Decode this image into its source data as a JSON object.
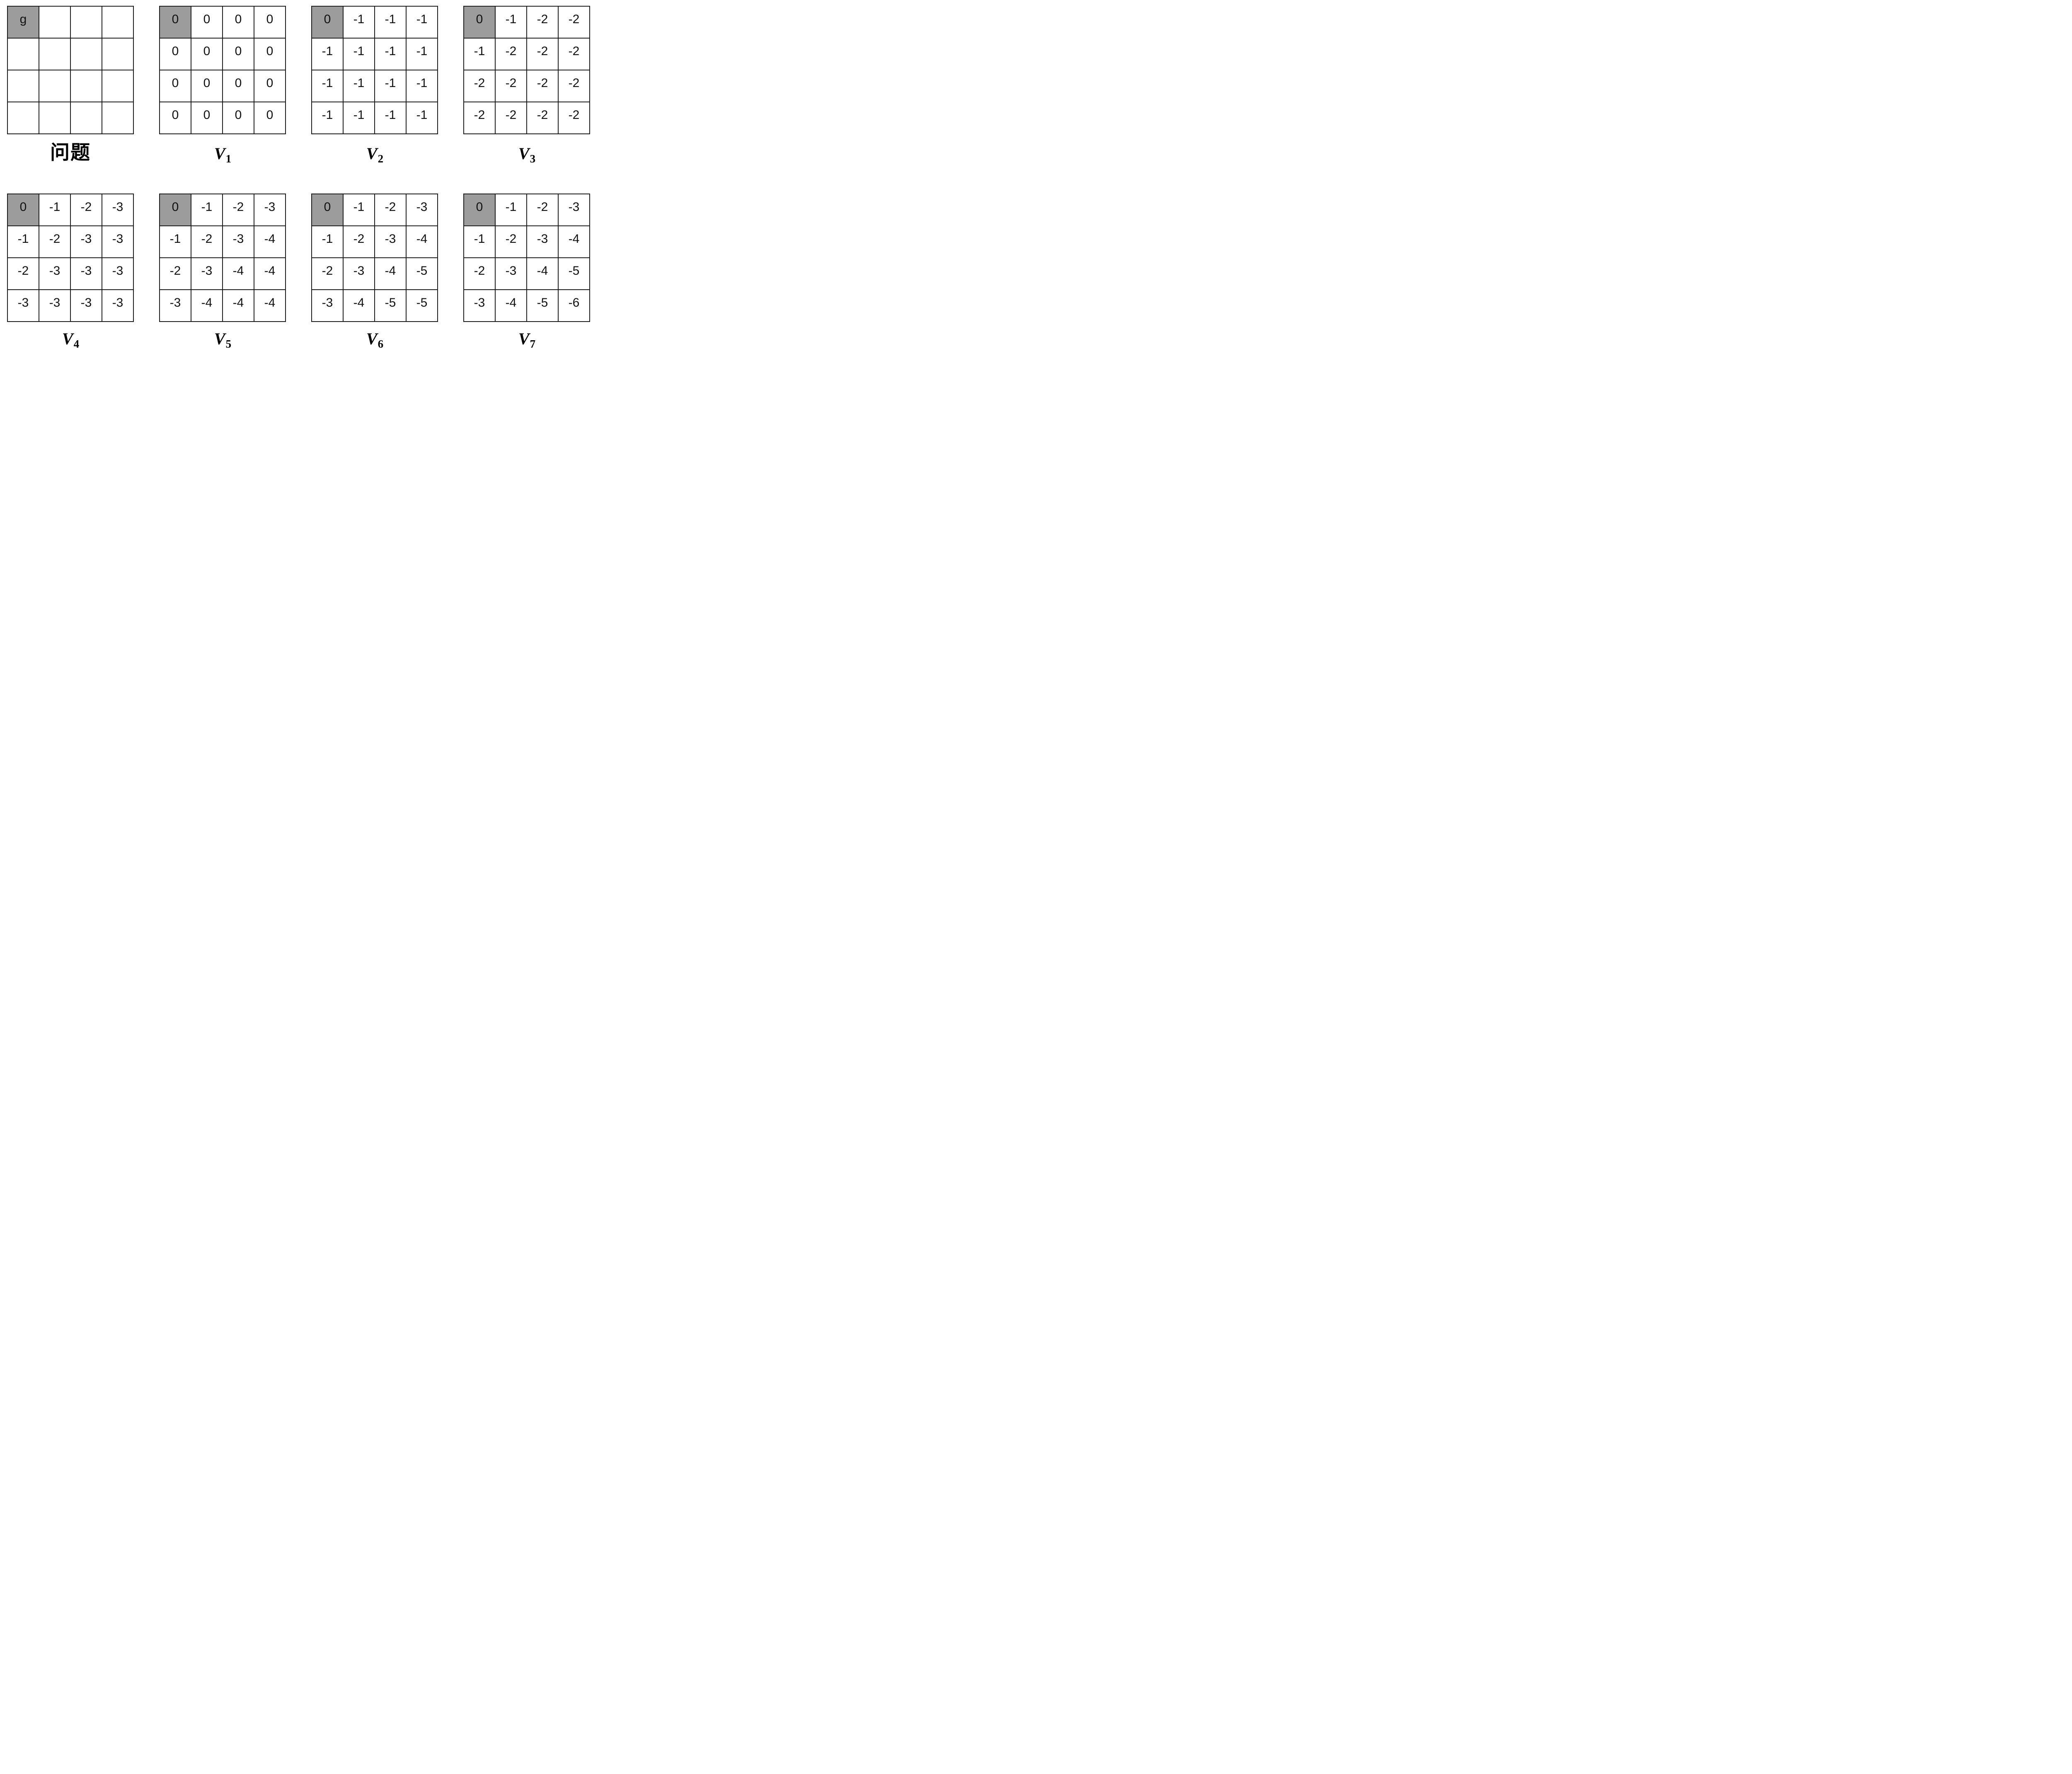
{
  "figure": {
    "description_label": "value-iteration-gridworld-figure",
    "colors": {
      "goal_cell_bg": "#9c9c9c",
      "cell_bg": "#ffffff",
      "border": "#1b1b1b",
      "text": "#111111"
    },
    "goal_cell": {
      "row": 0,
      "col": 0
    },
    "rows": [
      {
        "grids": [
          {
            "id": "problem",
            "label": {
              "text": "问题"
            },
            "cells": [
              [
                "g",
                "",
                "",
                ""
              ],
              [
                "",
                "",
                "",
                ""
              ],
              [
                "",
                "",
                "",
                ""
              ],
              [
                "",
                "",
                "",
                ""
              ]
            ]
          },
          {
            "id": "v1",
            "label": {
              "main": "V",
              "sub": "1"
            },
            "cells": [
              [
                "0",
                "0",
                "0",
                "0"
              ],
              [
                "0",
                "0",
                "0",
                "0"
              ],
              [
                "0",
                "0",
                "0",
                "0"
              ],
              [
                "0",
                "0",
                "0",
                "0"
              ]
            ]
          },
          {
            "id": "v2",
            "label": {
              "main": "V",
              "sub": "2"
            },
            "cells": [
              [
                "0",
                "-1",
                "-1",
                "-1"
              ],
              [
                "-1",
                "-1",
                "-1",
                "-1"
              ],
              [
                "-1",
                "-1",
                "-1",
                "-1"
              ],
              [
                "-1",
                "-1",
                "-1",
                "-1"
              ]
            ]
          },
          {
            "id": "v3",
            "label": {
              "main": "V",
              "sub": "3"
            },
            "cells": [
              [
                "0",
                "-1",
                "-2",
                "-2"
              ],
              [
                "-1",
                "-2",
                "-2",
                "-2"
              ],
              [
                "-2",
                "-2",
                "-2",
                "-2"
              ],
              [
                "-2",
                "-2",
                "-2",
                "-2"
              ]
            ]
          }
        ]
      },
      {
        "grids": [
          {
            "id": "v4",
            "label": {
              "main": "V",
              "sub": "4"
            },
            "cells": [
              [
                "0",
                "-1",
                "-2",
                "-3"
              ],
              [
                "-1",
                "-2",
                "-3",
                "-3"
              ],
              [
                "-2",
                "-3",
                "-3",
                "-3"
              ],
              [
                "-3",
                "-3",
                "-3",
                "-3"
              ]
            ]
          },
          {
            "id": "v5",
            "label": {
              "main": "V",
              "sub": "5"
            },
            "cells": [
              [
                "0",
                "-1",
                "-2",
                "-3"
              ],
              [
                "-1",
                "-2",
                "-3",
                "-4"
              ],
              [
                "-2",
                "-3",
                "-4",
                "-4"
              ],
              [
                "-3",
                "-4",
                "-4",
                "-4"
              ]
            ]
          },
          {
            "id": "v6",
            "label": {
              "main": "V",
              "sub": "6"
            },
            "cells": [
              [
                "0",
                "-1",
                "-2",
                "-3"
              ],
              [
                "-1",
                "-2",
                "-3",
                "-4"
              ],
              [
                "-2",
                "-3",
                "-4",
                "-5"
              ],
              [
                "-3",
                "-4",
                "-5",
                "-5"
              ]
            ]
          },
          {
            "id": "v7",
            "label": {
              "main": "V",
              "sub": "7"
            },
            "cells": [
              [
                "0",
                "-1",
                "-2",
                "-3"
              ],
              [
                "-1",
                "-2",
                "-3",
                "-4"
              ],
              [
                "-2",
                "-3",
                "-4",
                "-5"
              ],
              [
                "-3",
                "-4",
                "-5",
                "-6"
              ]
            ]
          }
        ]
      }
    ]
  }
}
